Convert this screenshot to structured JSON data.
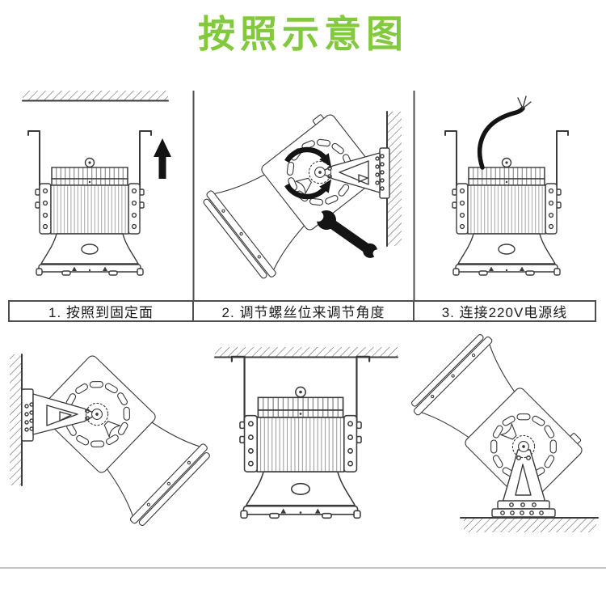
{
  "title": {
    "text": "按照示意图"
  },
  "steps": [
    {
      "caption": "1. 按照到固定面",
      "icons": [
        "up-arrow"
      ]
    },
    {
      "caption": "2. 调节螺丝位来调节角度",
      "icons": [
        "rotation-arrow",
        "wrench"
      ]
    },
    {
      "caption": "3. 连接220V电源线",
      "icons": [
        "power-cable"
      ]
    }
  ],
  "mounting_examples": [
    "wall-mount",
    "ceiling-mount",
    "ground-mount"
  ],
  "colors": {
    "title_green": "#82C93E",
    "line_art": "#3B3B3B",
    "accent_black": "#141414",
    "caption_border": "#4F4F4F",
    "bottom_divider": "#C4C4C4",
    "background": "#FFFFFF"
  }
}
